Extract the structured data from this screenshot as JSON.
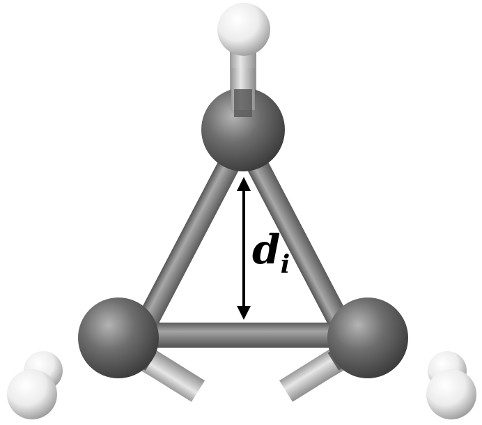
{
  "diagram": {
    "distance_label": {
      "symbol": "d",
      "subscript": "i"
    },
    "atoms": [
      {
        "id": "C1",
        "element": "carbon"
      },
      {
        "id": "C2",
        "element": "carbon"
      },
      {
        "id": "C3",
        "element": "carbon"
      },
      {
        "id": "H1",
        "element": "hydrogen"
      },
      {
        "id": "H2",
        "element": "hydrogen"
      },
      {
        "id": "H3",
        "element": "hydrogen"
      },
      {
        "id": "H4",
        "element": "hydrogen"
      },
      {
        "id": "H5",
        "element": "hydrogen"
      }
    ],
    "colors": {
      "carbon": "#6e6e6e",
      "hydrogen": "#f4f4f4",
      "bond": "#7a7a7a",
      "arrow": "#000000"
    }
  }
}
